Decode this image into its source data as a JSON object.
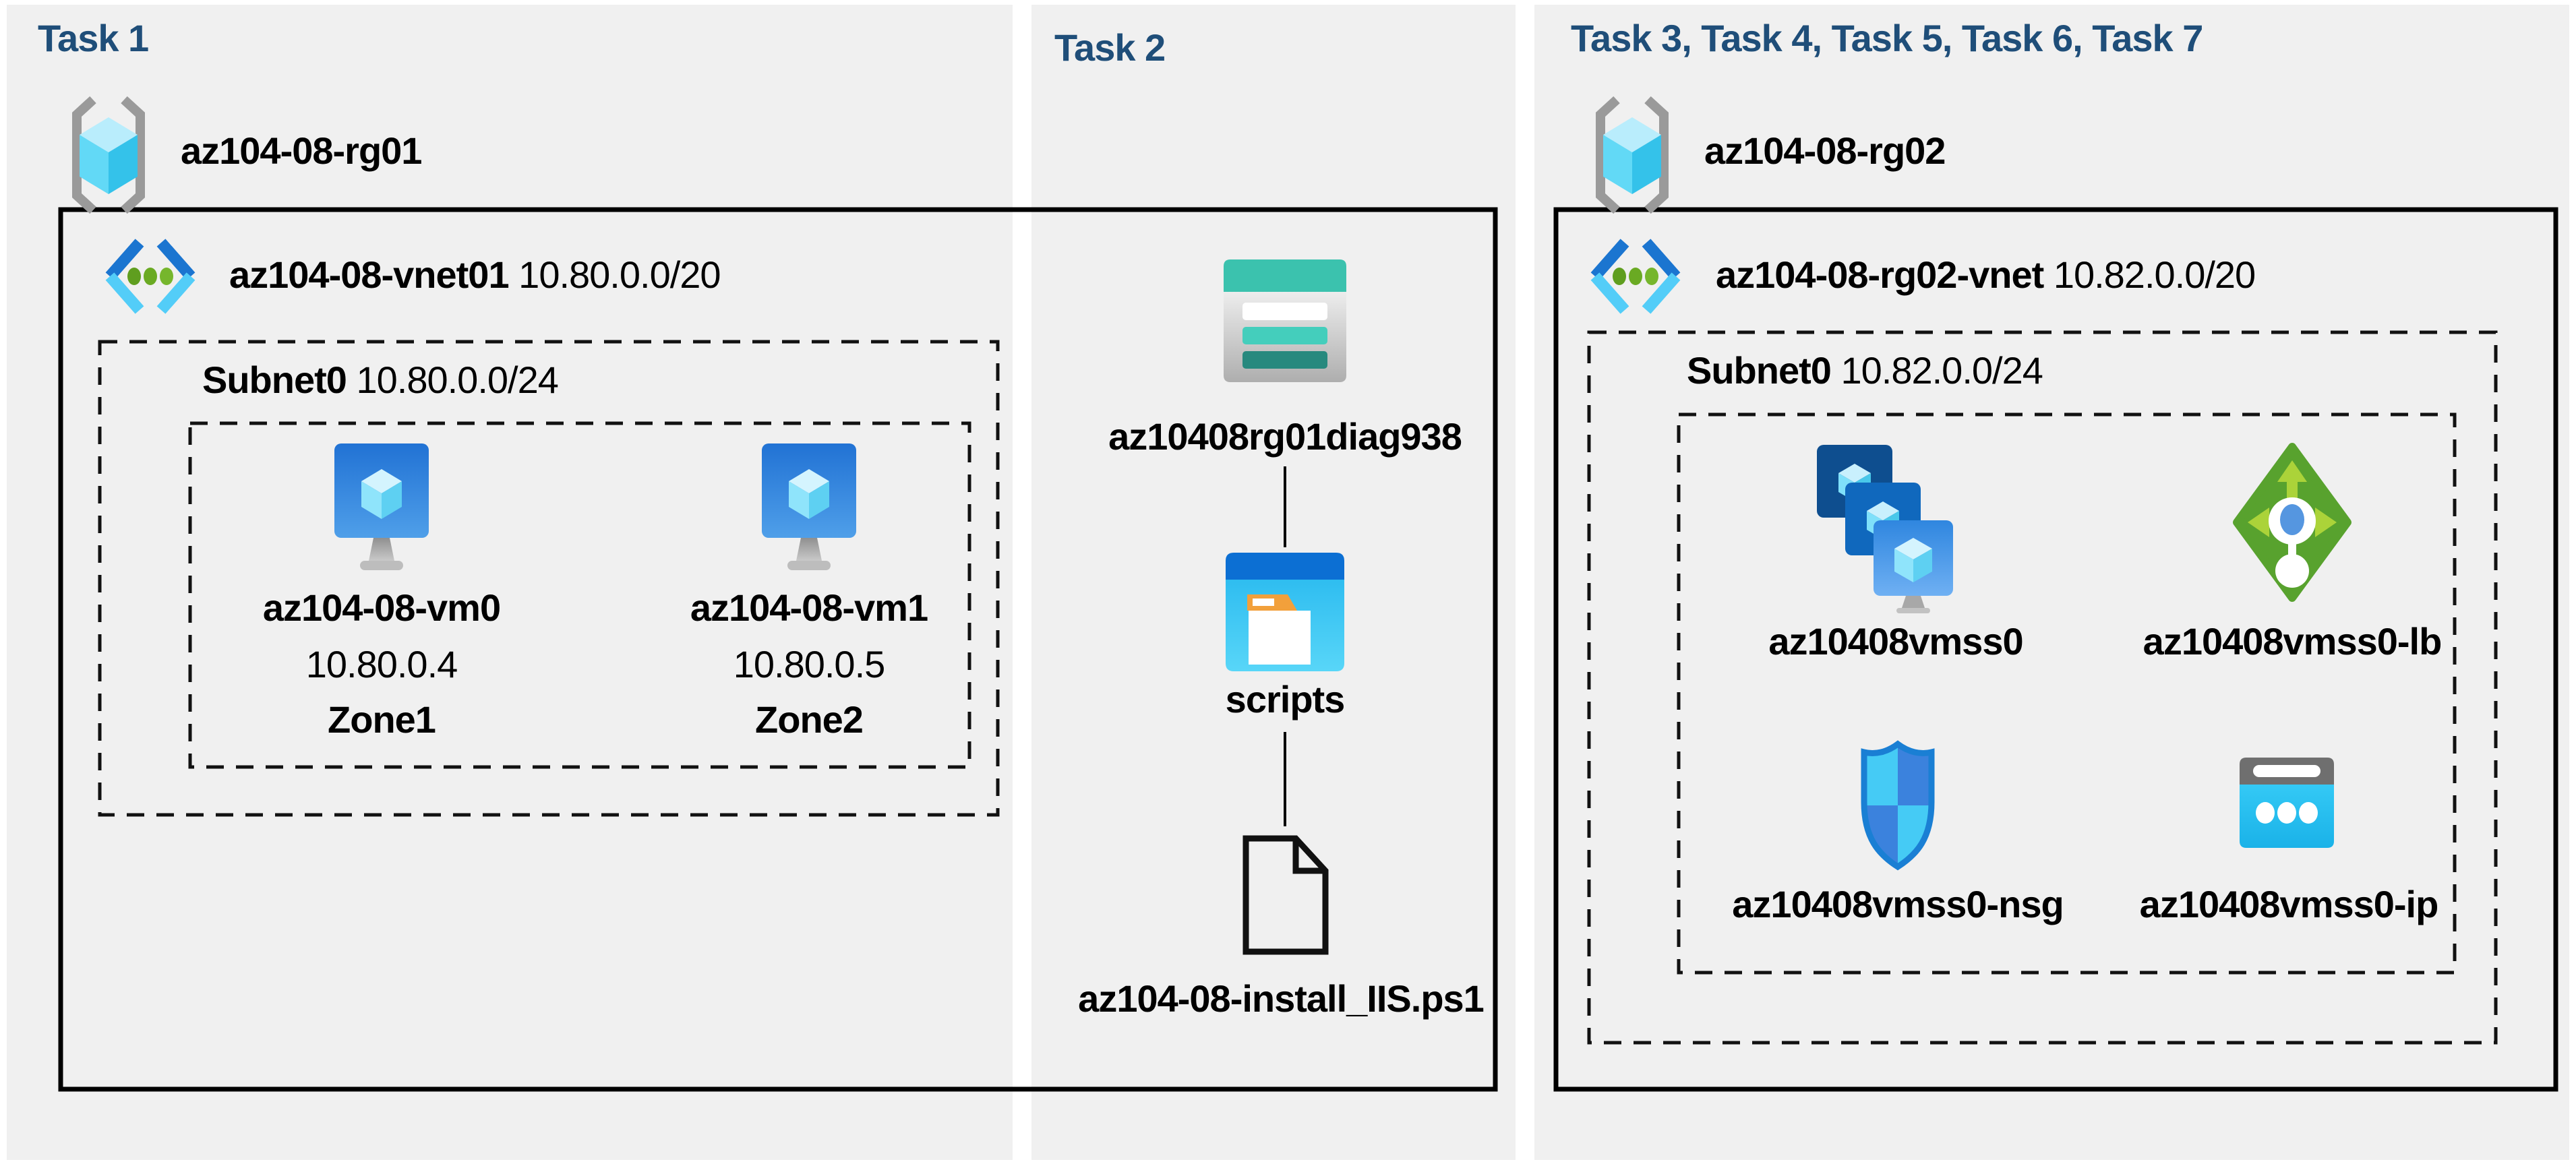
{
  "page": {
    "background_color": "#ffffff",
    "panel_color": "#f0f0f0",
    "title_color": "#1F4E79",
    "border_color": "#000000"
  },
  "task1": {
    "title": "Task 1",
    "resource_group": {
      "name": "az104-08-rg01"
    },
    "vnet": {
      "name": "az104-08-vnet01",
      "cidr": "10.80.0.0/20"
    },
    "subnet": {
      "name": "Subnet0",
      "cidr": "10.80.0.0/24"
    },
    "vms": [
      {
        "name": "az104-08-vm0",
        "ip": "10.80.0.4",
        "zone": "Zone1"
      },
      {
        "name": "az104-08-vm1",
        "ip": "10.80.0.5",
        "zone": "Zone2"
      }
    ]
  },
  "task2": {
    "title": "Task 2",
    "storage_account": "az10408rg01diag938",
    "container": "scripts",
    "script_file": "az104-08-install_IIS.ps1"
  },
  "task3": {
    "title": "Task 3, Task 4, Task 5, Task 6, Task 7",
    "resource_group": {
      "name": "az104-08-rg02"
    },
    "vnet": {
      "name": "az104-08-rg02-vnet",
      "cidr": "10.82.0.0/20"
    },
    "subnet": {
      "name": "Subnet0",
      "cidr": "10.82.0.0/24"
    },
    "vmss": "az10408vmss0",
    "load_balancer": "az10408vmss0-lb",
    "nsg": "az10408vmss0-nsg",
    "public_ip": "az10408vmss0-ip"
  },
  "icons": {
    "resource-group-icon": {
      "bracket": "#9a9a9a",
      "cube": "#65d8f7"
    },
    "virtual-network-icon": {
      "chevron_top": "#1b75d0",
      "chevron_bottom": "#53cdf8",
      "dots": "#6aaa23"
    },
    "virtual-machine-icon": {
      "monitor": "#2977d6",
      "cube": "#8fe4fb",
      "stand": "#ababab"
    },
    "storage-account-icon": {
      "header": "#3bc2ae",
      "bar_mid": "#44cebc",
      "bar_dark": "#27897e"
    },
    "blob-container-icon": {
      "header": "#0c6fd3",
      "body": "#2fbdf0",
      "tab": "#f2a03b"
    },
    "script-file-icon": {
      "outline": "#111111"
    },
    "vmss-icon": {
      "back": "#0e4e8f",
      "mid": "#1068bd",
      "front": "#3087e2"
    },
    "load-balancer-icon": {
      "diamond": "#58a22e",
      "arrows": "#abd339",
      "dot": "#5596e0"
    },
    "nsg-icon": {
      "cyan": "#45cbf5",
      "blue": "#3b82dd",
      "border": "#1a7fd4"
    },
    "public-ip-icon": {
      "header": "#6f6f6f",
      "body": "#2fc3f2"
    }
  }
}
